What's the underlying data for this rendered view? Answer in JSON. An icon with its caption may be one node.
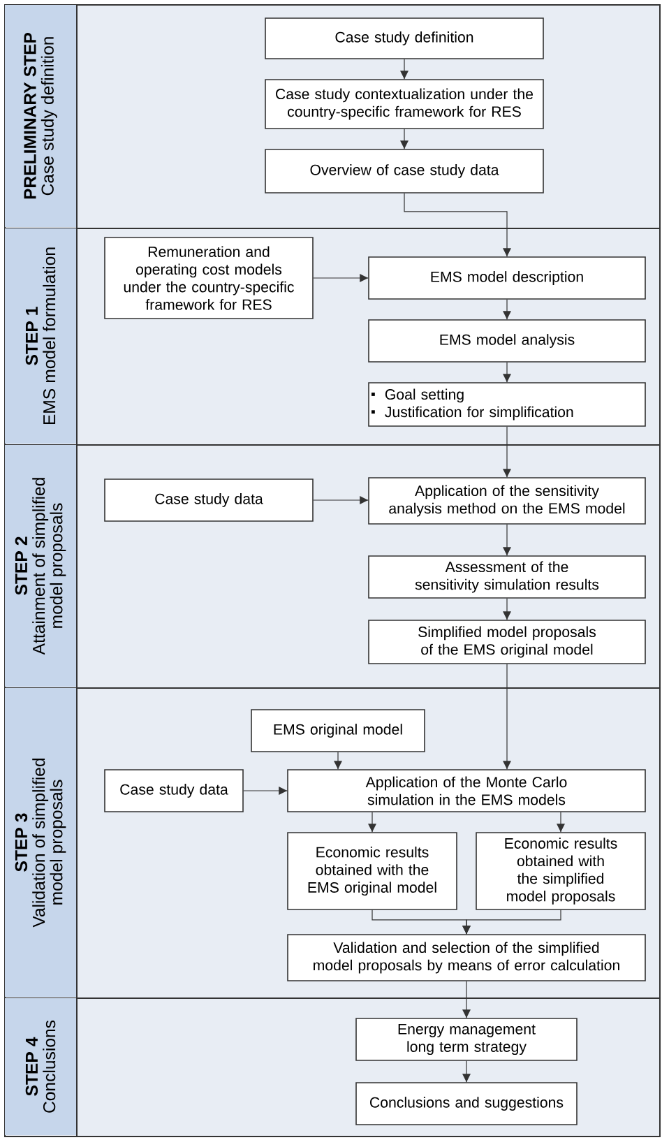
{
  "diagram": {
    "nodes": [
      {
        "text": [
          "PRELIMINARY STEP",
          "Case study definition"
        ]
      },
      {
        "text": [
          "Case study definition"
        ],
        "in": 0
      },
      {
        "text": [
          "Case study contextualization under the country-specific framework for RES"
        ],
        "in": 0
      },
      {
        "text": [
          "Overview of case study data"
        ],
        "in": 0
      },
      {
        "text": [
          "STEP 1",
          "EMS model formulation"
        ]
      },
      {
        "text": [
          "Remuneration and operating cost models under the country-specific framework for RES"
        ],
        "in": 4
      },
      {
        "text": [
          "EMS model description"
        ],
        "in": 4
      },
      {
        "text": [
          "EMS model analysis"
        ],
        "in": 4
      },
      {
        "text": [
          "Goal setting",
          "Justification for simplification"
        ],
        "in": 4
      },
      {
        "text": [
          "STEP 2",
          "Attainment of simplified model proposals"
        ]
      },
      {
        "text": [
          "Case study data"
        ],
        "in": 9
      },
      {
        "text": [
          "Application of the sensitivity analysis method on the EMS model"
        ],
        "in": 9
      },
      {
        "text": [
          "Assessment of the sensitivity simulation results"
        ],
        "in": 9
      },
      {
        "text": [
          "Simplified model proposals of the EMS original model"
        ],
        "in": 9
      },
      {
        "text": [
          "STEP 3",
          "Validation of simplified model proposals"
        ]
      },
      {
        "text": [
          "EMS original model"
        ],
        "in": 14
      },
      {
        "text": [
          "Case study data"
        ],
        "in": 14
      },
      {
        "text": [
          "Application of the Monte Carlo simulation in the EMS models"
        ],
        "in": 14
      },
      {
        "text": [
          "Economic results obtained with the EMS original model"
        ],
        "in": 14
      },
      {
        "text": [
          "Economic results obtained with the simplified model proposals"
        ],
        "in": 14
      },
      {
        "text": [
          "Validation and selection of the simplified model proposals by means of error calculation"
        ],
        "in": 14
      },
      {
        "text": [
          "STEP 4",
          "Conclusions"
        ]
      },
      {
        "text": [
          "Energy management long term strategy"
        ],
        "in": 21
      },
      {
        "text": [
          "Conclusions and suggestions"
        ],
        "in": 21
      }
    ],
    "edges": [
      {
        "from": 1,
        "to": 2,
        "arrow": "to"
      },
      {
        "from": 2,
        "to": 3,
        "arrow": "to"
      },
      {
        "from": 3,
        "to": 6,
        "arrow": "to"
      },
      {
        "from": 5,
        "to": 6,
        "arrow": "to"
      },
      {
        "from": 6,
        "to": 7,
        "arrow": "to"
      },
      {
        "from": 7,
        "to": 8,
        "arrow": "to"
      },
      {
        "from": 8,
        "to": 11,
        "arrow": "to"
      },
      {
        "from": 10,
        "to": 11,
        "arrow": "to"
      },
      {
        "from": 11,
        "to": 12,
        "arrow": "to"
      },
      {
        "from": 12,
        "to": 13,
        "arrow": "to"
      },
      {
        "from": 13,
        "to": 17,
        "arrow": "to"
      },
      {
        "from": 15,
        "to": 17,
        "arrow": "to"
      },
      {
        "from": 16,
        "to": 17,
        "arrow": "to"
      },
      {
        "from": 17,
        "to": 18,
        "arrow": "to"
      },
      {
        "from": 17,
        "to": 19,
        "arrow": "to"
      },
      {
        "from": 18,
        "to": 20,
        "arrow": "to"
      },
      {
        "from": 19,
        "to": 20,
        "arrow": "to"
      },
      {
        "from": 20,
        "to": 22,
        "arrow": "to"
      },
      {
        "from": 22,
        "to": 23,
        "arrow": "to"
      }
    ]
  }
}
